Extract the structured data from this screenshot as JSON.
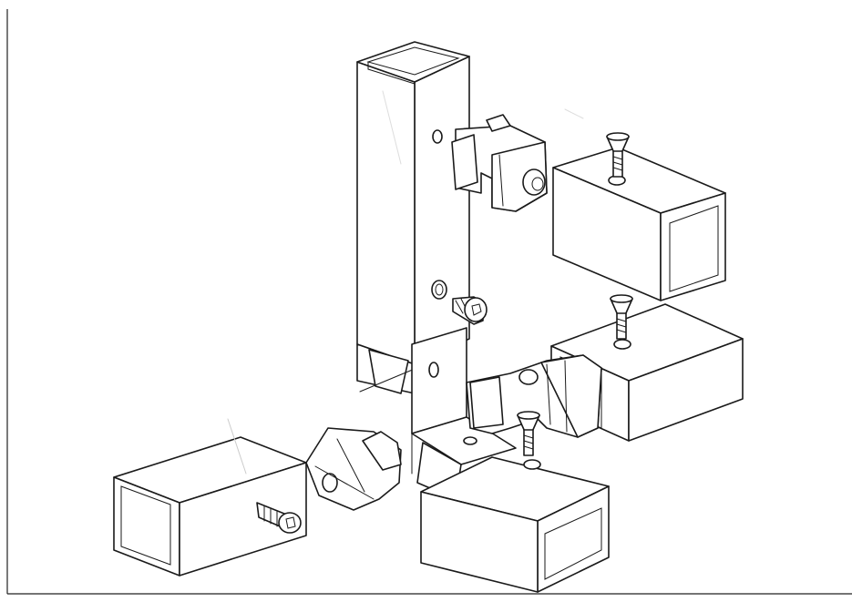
{
  "figure": {
    "kind": "exploded assembly line drawing",
    "line_color": "#1a1a1a",
    "background": "#ffffff",
    "parts": [
      "vertical-square-tube",
      "top-right-square-tube",
      "middle-right-square-tube",
      "front-square-tube",
      "left-square-tube",
      "corner-bracket",
      "connector-clip",
      "countersunk-screw"
    ],
    "icon_names": [
      "screw-icon",
      "hole-icon",
      "clip-icon",
      "bracket-icon"
    ]
  }
}
